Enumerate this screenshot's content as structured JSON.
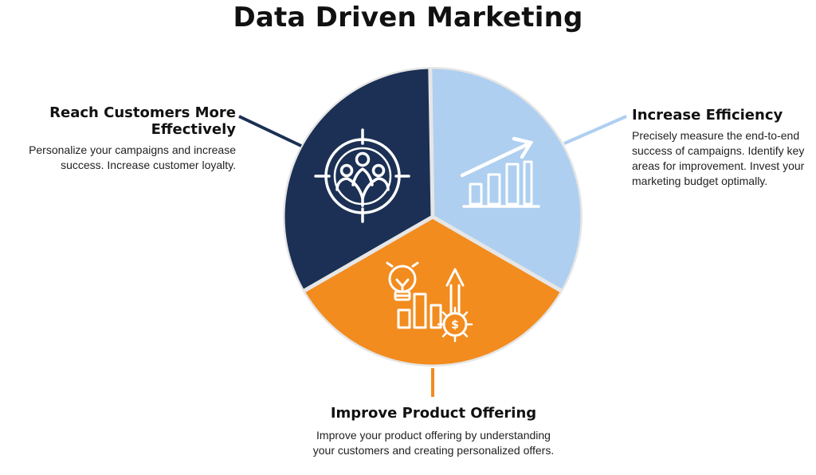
{
  "title": "Data Driven Marketing",
  "colors": {
    "navy": "#1b3054",
    "light_blue": "#aecff0",
    "orange": "#f28c1e",
    "outline": "#e6e6e6"
  },
  "segments": [
    {
      "id": "reach",
      "heading": "Reach Customers More Effectively",
      "description": "Personalize your campaigns and increase success. Increase customer loyalty.",
      "icon": "target-audience-icon",
      "color": "#1b3054"
    },
    {
      "id": "efficiency",
      "heading": "Increase Efficiency",
      "description": "Precisely measure the end-to-end success of campaigns. Identify key areas for improvement. Invest your marketing budget optimally.",
      "icon": "growth-chart-icon",
      "color": "#aecff0"
    },
    {
      "id": "product",
      "heading": "Improve Product Offering",
      "description": "Improve your product offering by understanding your customers and creating personalized offers.",
      "icon": "idea-growth-money-icon",
      "color": "#f28c1e"
    }
  ]
}
